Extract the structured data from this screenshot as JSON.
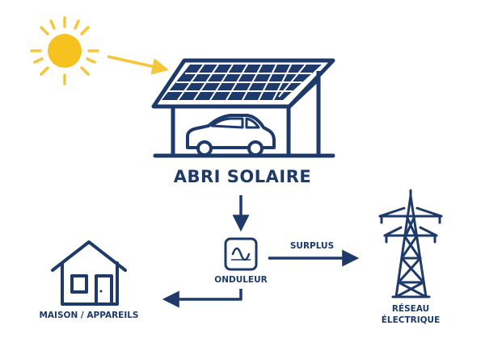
{
  "colors": {
    "navy": "#1d3a6b",
    "sun": "#f6c220",
    "sun_ray": "#f5c63a",
    "panel": "#1d3a6b",
    "background": "#ffffff"
  },
  "diagram": {
    "title": "ABRI SOLAIRE",
    "nodes": {
      "sun": {
        "icon": "sun-icon"
      },
      "carport": {
        "icon": "solar-carport-icon",
        "label": "ABRI SOLAIRE"
      },
      "inverter": {
        "icon": "inverter-icon",
        "label": "ONDULEUR"
      },
      "house": {
        "icon": "house-icon",
        "label": "MAISON / APPAREILS"
      },
      "grid": {
        "icon": "power-pylon-icon",
        "label_line1": "RÉSEAU",
        "label_line2": "ÉLECTRIQUE"
      }
    },
    "edges": [
      {
        "from": "sun",
        "to": "carport",
        "label": ""
      },
      {
        "from": "carport",
        "to": "inverter",
        "label": ""
      },
      {
        "from": "inverter",
        "to": "grid",
        "label": "SURPLUS"
      },
      {
        "from": "inverter",
        "to": "house",
        "label": ""
      }
    ]
  }
}
